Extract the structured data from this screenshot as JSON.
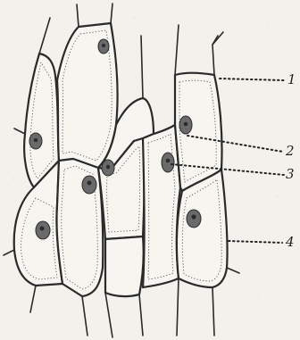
{
  "labels": [
    {
      "text": "1"
    },
    {
      "text": "2"
    },
    {
      "text": "3"
    },
    {
      "text": "4"
    }
  ]
}
